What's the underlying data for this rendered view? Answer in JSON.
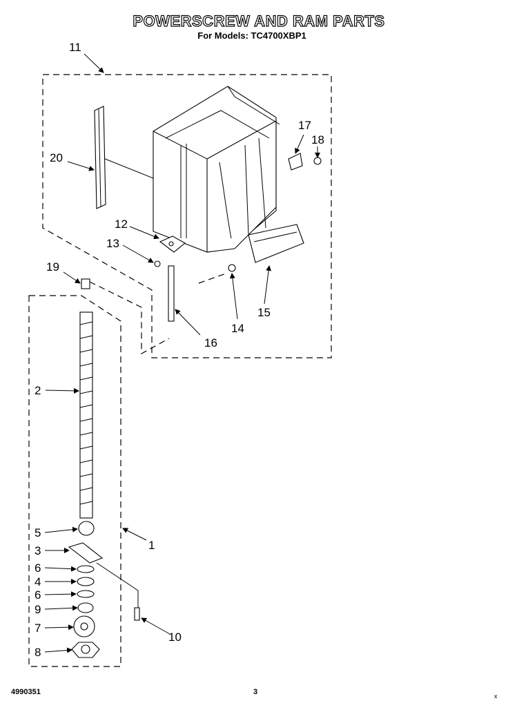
{
  "header": {
    "title": "POWERSCREW AND RAM PARTS",
    "subtitle": "For Models: TC4700XBP1"
  },
  "callouts": {
    "c1": "1",
    "c2": "2",
    "c3": "3",
    "c4": "4",
    "c5": "5",
    "c6a": "6",
    "c6b": "6",
    "c7": "7",
    "c8": "8",
    "c9": "9",
    "c10": "10",
    "c11": "11",
    "c12": "12",
    "c13": "13",
    "c14": "14",
    "c15": "15",
    "c16": "16",
    "c17": "17",
    "c18": "18",
    "c19": "19",
    "c20": "20"
  },
  "footer": {
    "doc_number": "4990351",
    "page_number": "3",
    "corner_mark": "x"
  }
}
